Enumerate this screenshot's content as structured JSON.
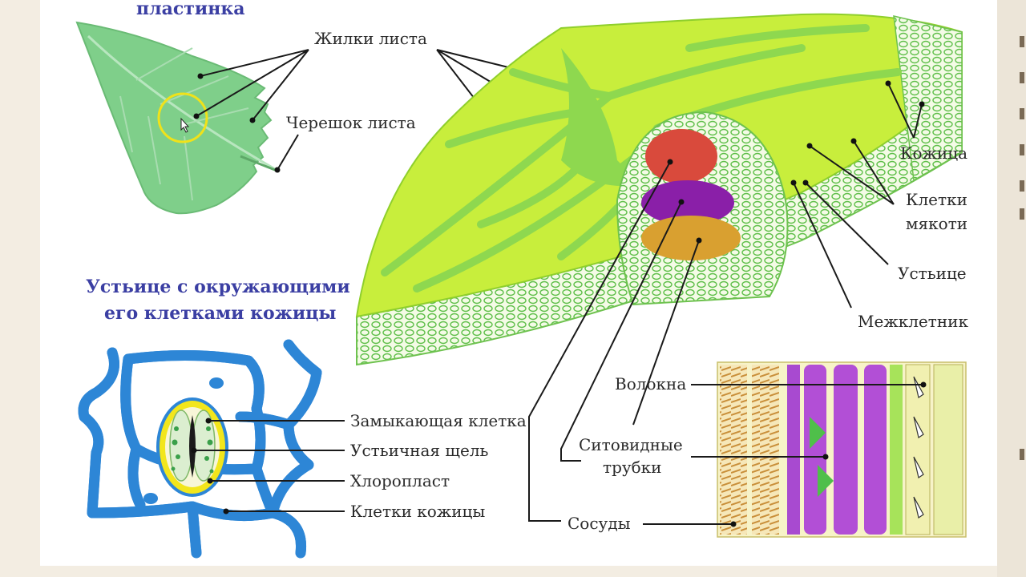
{
  "labels": {
    "leaf_blade_partial": "пластинка",
    "leaf_veins": "Жилки листа",
    "petiole": "Черешок листа",
    "skin": "Кожица",
    "pulp_cells_1": "Клетки",
    "pulp_cells_2": "мякоти",
    "stoma": "Устьице",
    "intercellular": "Межклетник",
    "fibers": "Волокна",
    "sieve_tubes_1": "Ситовидные",
    "sieve_tubes_2": "трубки",
    "vessels": "Сосуды",
    "guard_cell": "Замыкающая клетка",
    "stomatal_slit": "Устьичная щель",
    "chloroplast": "Хлоропласт",
    "skin_cells": "Клетки кожицы"
  },
  "titles": {
    "stoma_title_1": "Устьице с окружающими",
    "stoma_title_2": "его клетками кожицы"
  },
  "colors": {
    "leaf_green": "#7fcf8a",
    "section_lime": "#c8ee3c",
    "section_green": "#8ee05a",
    "phloem_red": "#d94a3c",
    "purple": "#8a1fa8",
    "xylem_orange": "#d9a030",
    "cell_wall_yellow": "#f2e61c",
    "cell_outline_blue": "#2d86d6"
  }
}
